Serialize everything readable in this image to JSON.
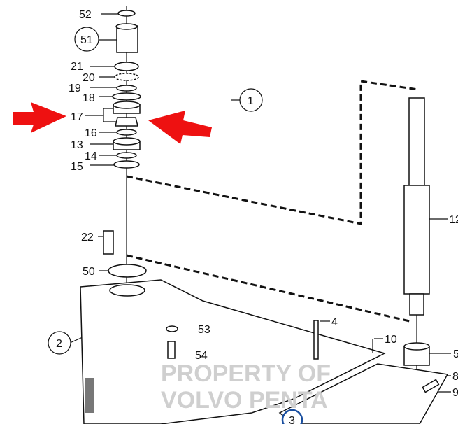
{
  "diagram": {
    "title_callout": "1",
    "housing_callout": "2",
    "highlight_callout": "3",
    "watermark": "PROPERTY OF VOLVO PENTA",
    "labels": {
      "p52": "52",
      "p51": "51",
      "p21": "21",
      "p20": "20",
      "p19": "19",
      "p18": "18",
      "p17": "17",
      "p16": "16",
      "p13": "13",
      "p14": "14",
      "p15": "15",
      "p22": "22",
      "p50": "50",
      "p53": "53",
      "p54": "54",
      "p4": "4",
      "p10": "10",
      "p12": "12",
      "p5": "5",
      "p8": "8",
      "p9": "9"
    },
    "colors": {
      "arrow": "#ee1111",
      "highlight_circle": "#1a4fa0"
    }
  }
}
